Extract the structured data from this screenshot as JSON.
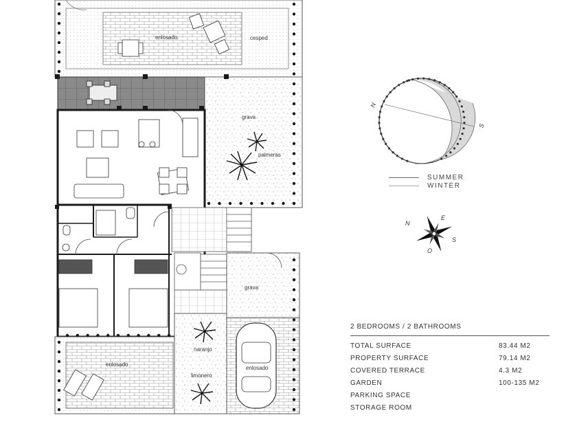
{
  "plan": {
    "labels": {
      "enlosado_top": "enlosado",
      "cesped": "cesped",
      "grava_top": "grava",
      "palmeras": "palmeras",
      "grava_bottom": "grava",
      "naranjo": "naranjo",
      "limonero": "limonero",
      "enlosado_bottom_left": "enlosado",
      "enlosado_parking": "enlosado"
    },
    "colors": {
      "wall": "#1a1a1a",
      "covered_terrace": "#8a8a8a",
      "line": "#555555"
    }
  },
  "sun_chart": {
    "north": "N",
    "south": "S",
    "legend": {
      "summer": "SUMMER",
      "winter": "WINTER"
    },
    "colors": {
      "summer_fill": "#d9d9d9"
    }
  },
  "compass": {
    "north": "N",
    "east": "E",
    "south": "S",
    "west": "O"
  },
  "specs": {
    "title": "2 BEDROOMS / 2 BATHROOMS",
    "rows": [
      {
        "label": "TOTAL SURFACE",
        "value": "83.44 M2"
      },
      {
        "label": "PROPERTY SURFACE",
        "value": "79.14 M2"
      },
      {
        "label": "COVERED TERRACE",
        "value": "4.3 M2"
      },
      {
        "label": "GARDEN",
        "value": "100-135 M2"
      },
      {
        "label": "PARKING SPACE",
        "value": ""
      },
      {
        "label": "STORAGE ROOM",
        "value": ""
      }
    ]
  }
}
